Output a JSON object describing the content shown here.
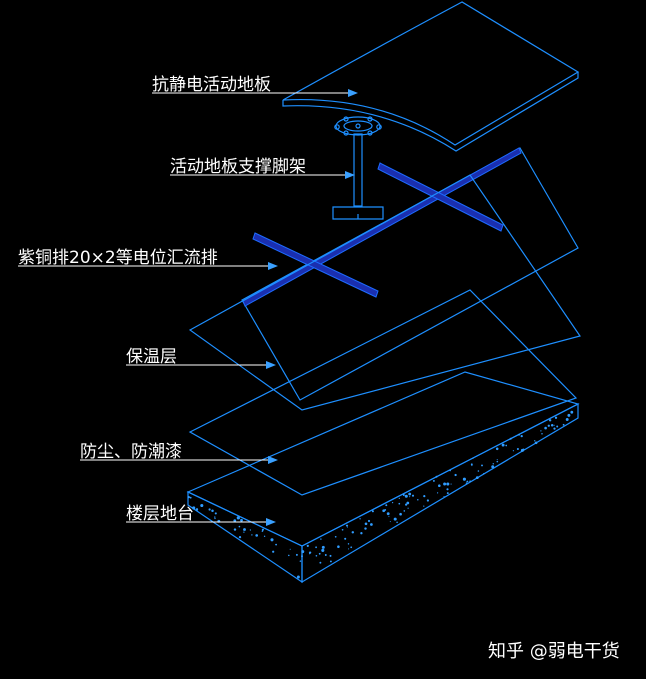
{
  "labels": {
    "antistatic_floor": "抗静电活动地板",
    "floor_support": "活动地板支撑脚架",
    "copper_bar": "紫铜排20×2等电位汇流排",
    "insulation": "保温层",
    "paint": "防尘、防潮漆",
    "floor_base": "楼层地台"
  },
  "watermark": "知乎 @弱电干货",
  "colors": {
    "background": "#000000",
    "outline": "#1e8fff",
    "copper_bar": "#1a2fb0",
    "label_text": "#ffffff",
    "leader_line": "#ffffff",
    "arrow": "#3aa0ff"
  }
}
